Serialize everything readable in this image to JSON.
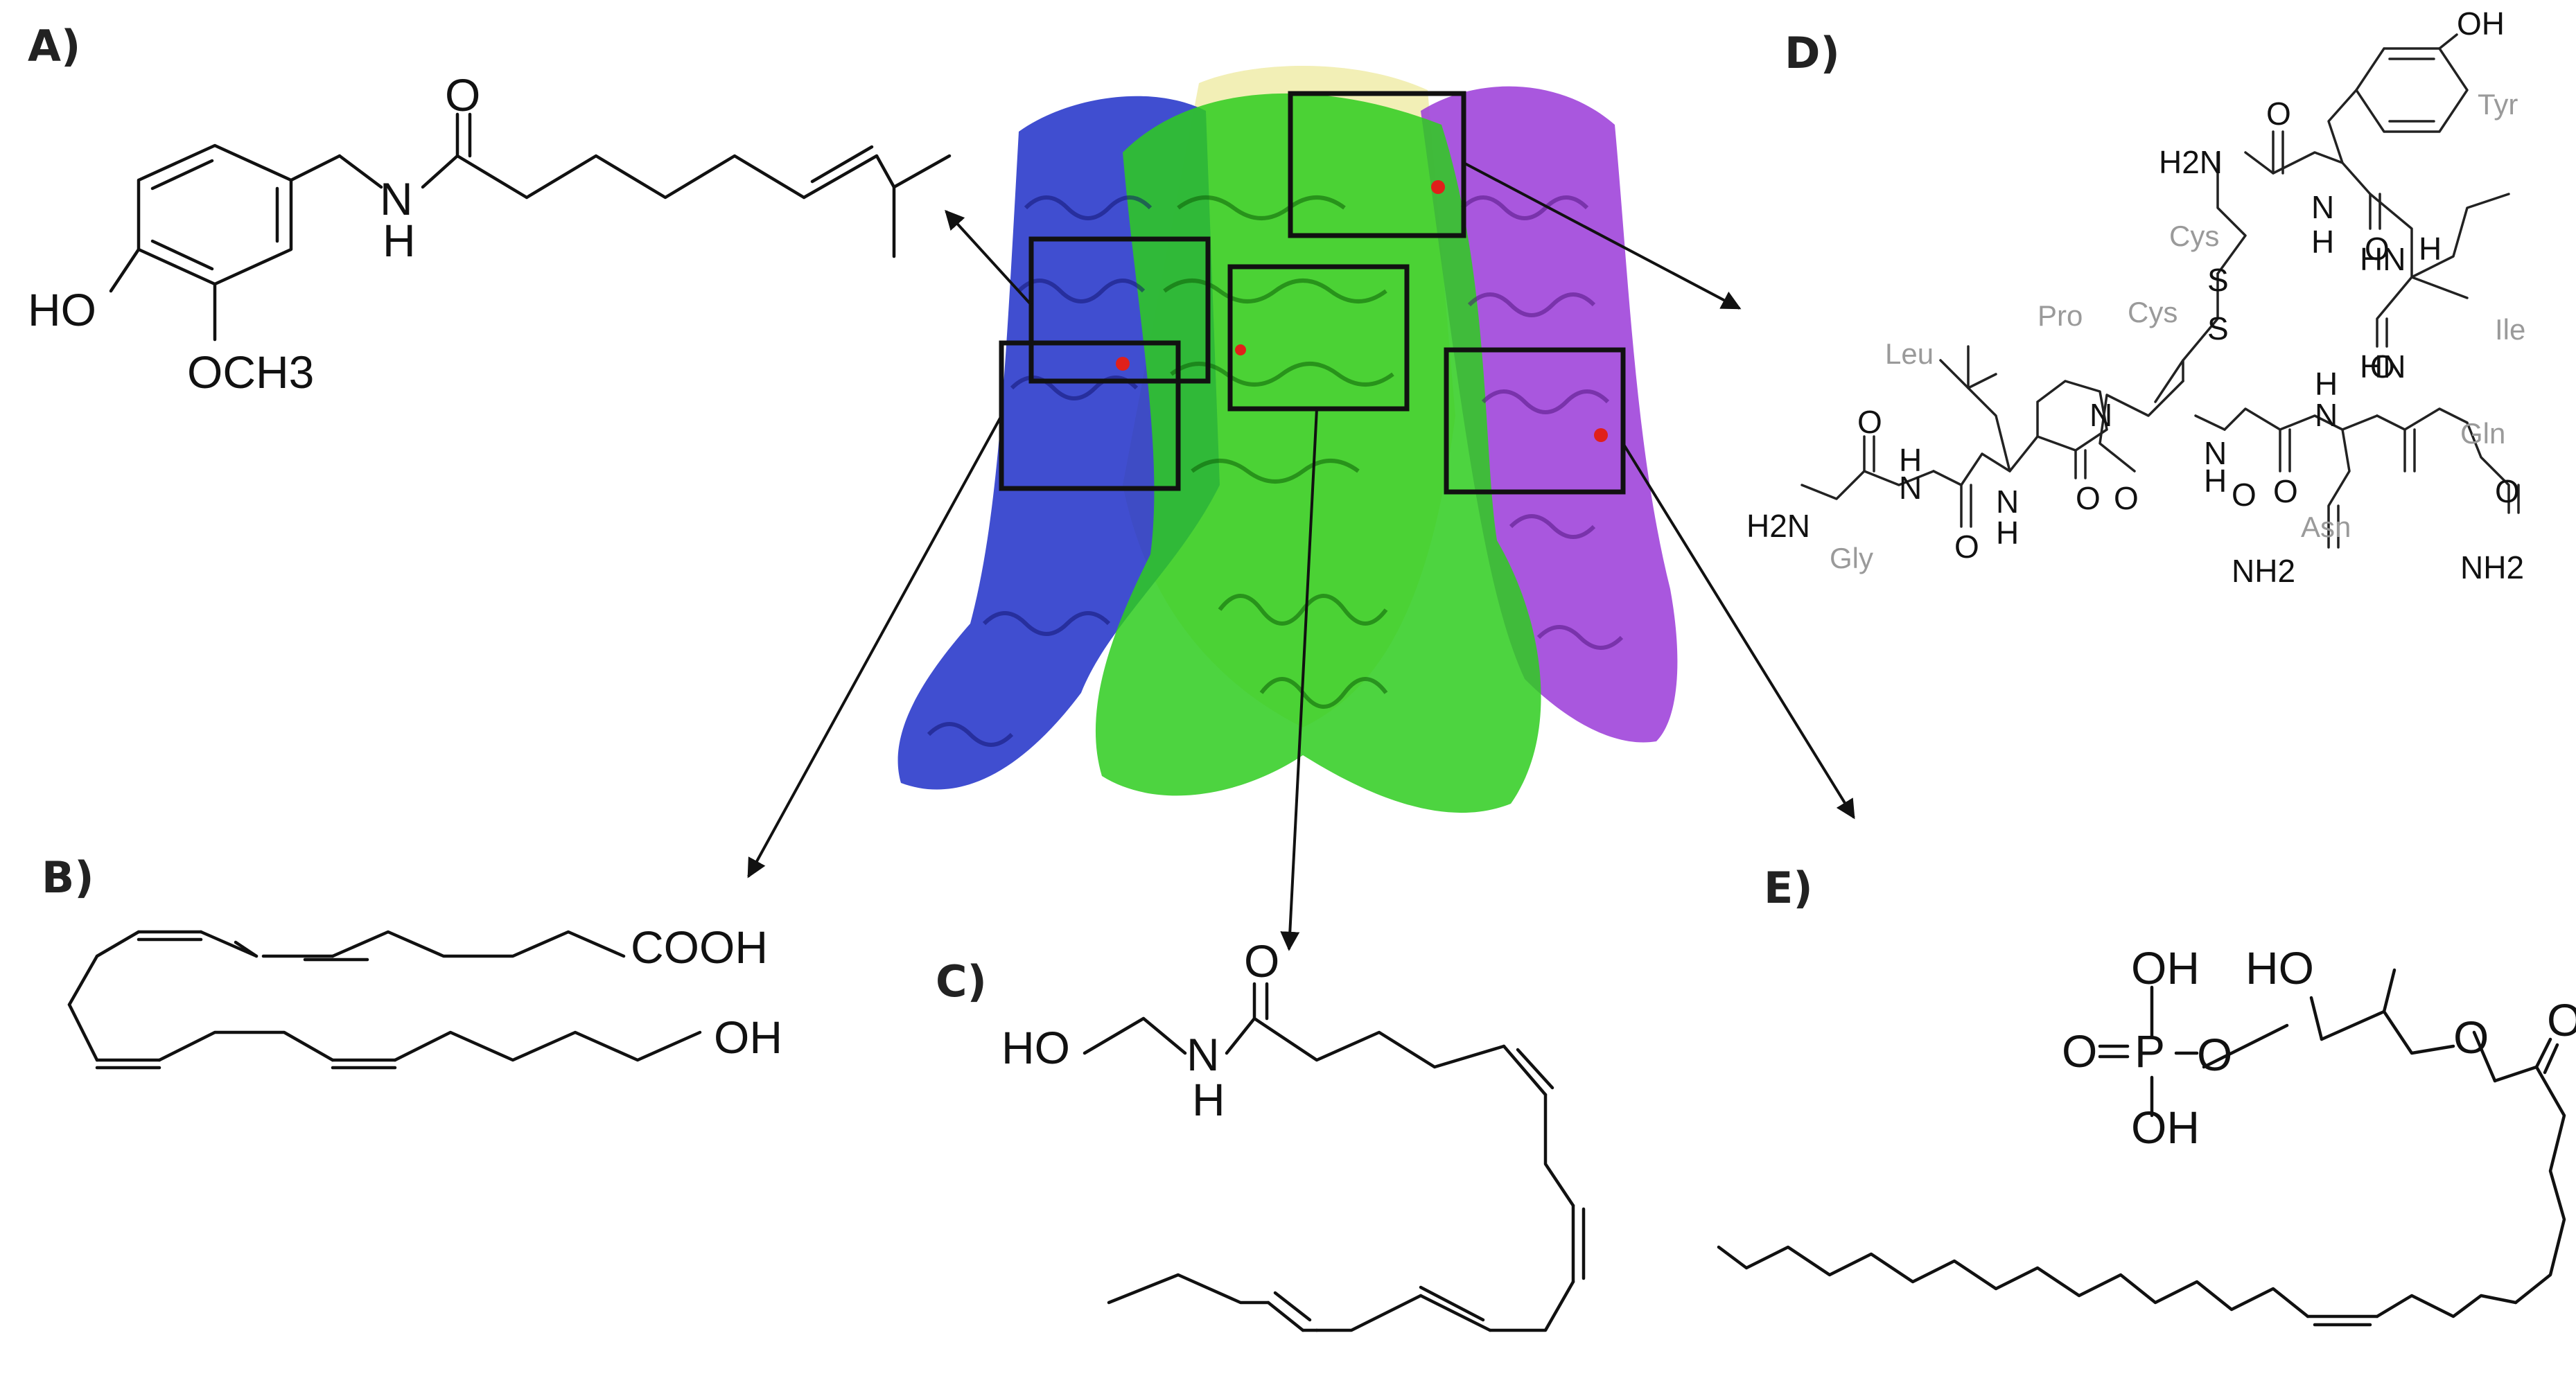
{
  "panels": {
    "a": {
      "label": "A)",
      "atoms": {
        "o": "O",
        "nh_n": "N",
        "nh_h": "H",
        "ho": "HO",
        "och3": "OCH3"
      }
    },
    "b": {
      "label": "B)",
      "atoms": {
        "cooh": "COOH",
        "oh": "OH"
      }
    },
    "c": {
      "label": "C)",
      "atoms": {
        "o": "O",
        "ho": "HO",
        "n": "N",
        "h": "H"
      }
    },
    "d": {
      "label": "D)",
      "atoms": {
        "oh_top": "OH",
        "h2n_top": "H2N",
        "o1": "O",
        "nh1": "N",
        "nh1_h": "H",
        "o2": "O",
        "hn_ile": "HN",
        "h_ile": "H",
        "s1": "S",
        "s2": "S",
        "o_ile": "O",
        "hn2": "HN",
        "n_pro": "N",
        "o_pro": "O",
        "nh_c": "N",
        "nh_c_h": "H",
        "n_h_gln": "N",
        "h_gln": "H",
        "o_gln": "O",
        "h2n_gly": "H2N",
        "o_gly": "O",
        "n_gly": "N",
        "n_gly_h": "H",
        "o_leu": "O",
        "n_leu": "N",
        "n_leu_h": "H",
        "o_asn": "O",
        "nh2_asn": "NH2",
        "o_q": "O",
        "nh2_q": "NH2",
        "o_pro2": "O"
      },
      "residues": {
        "tyr": "Tyr",
        "cys1": "Cys",
        "ile": "Ile",
        "pro": "Pro",
        "cys2": "Cys",
        "leu": "Leu",
        "gln": "Gln",
        "gly": "Gly",
        "asn": "Asn"
      }
    },
    "e": {
      "label": "E)",
      "atoms": {
        "ho": "HO",
        "oh1": "OH",
        "o_eq": "O",
        "p": "P",
        "o_link": "O",
        "oh2": "OH",
        "o_ester": "O",
        "o_carbonyl": "O"
      }
    }
  },
  "colors": {
    "chain_blue": "#1f2fc8",
    "chain_green": "#2ecc1f",
    "chain_purple": "#9a3ad8",
    "chain_yellow": "#e8e27a",
    "site_red": "#e0201a"
  }
}
